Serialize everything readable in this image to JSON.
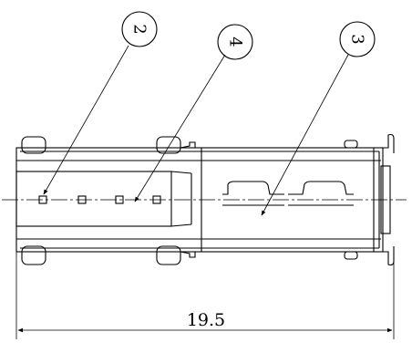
{
  "drawing": {
    "dimension": {
      "value": "19.5"
    },
    "callouts": [
      {
        "label": "2"
      },
      {
        "label": "4"
      },
      {
        "label": "3"
      }
    ]
  }
}
